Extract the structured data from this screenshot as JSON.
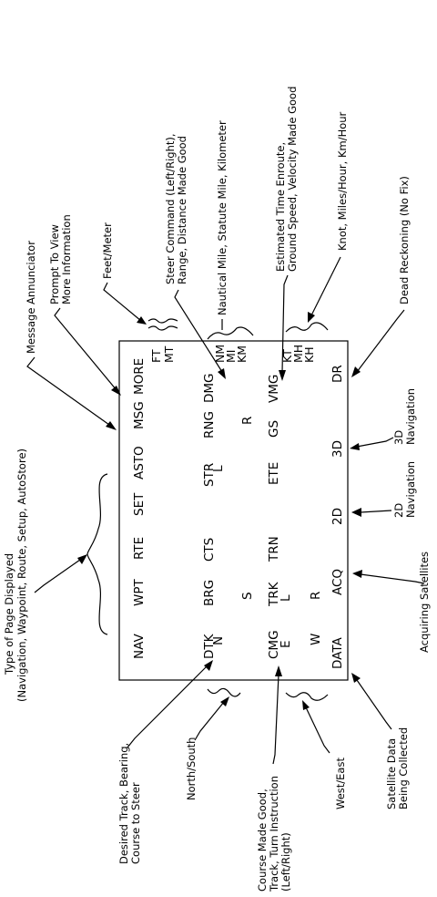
{
  "display": {
    "page_types": [
      "NAV",
      "WPT",
      "RTE",
      "SET",
      "ASTO",
      "MSG",
      "MORE"
    ],
    "row2": [
      "DTK",
      "BRG",
      "CTS",
      "STR",
      "RNG",
      "DMG"
    ],
    "row2_units": [
      "FT",
      "MT"
    ],
    "ns_indicators": [
      "N",
      "S"
    ],
    "steer_indicators": [
      "L",
      "R"
    ],
    "row3": [
      "CMG",
      "TRK",
      "TRN",
      "ETE",
      "GS",
      "VMG"
    ],
    "row3_units": [
      "NM",
      "MI",
      "KM"
    ],
    "ew_indicators": [
      "E",
      "W"
    ],
    "trn_indicators": [
      "L",
      "R"
    ],
    "speed_units": [
      "KT",
      "MH",
      "KH"
    ],
    "status": [
      "DATA",
      "ACQ",
      "2D",
      "3D",
      "DR"
    ]
  },
  "annotations": {
    "message_annunciator": "Message Annunciator",
    "prompt_line1": "Prompt To View",
    "prompt_line2": "More Information",
    "feet_meter": "Feet/Meter",
    "steer_line1": "Steer Command (Left/Right),",
    "steer_line2": "Range, Distance Made Good",
    "nautical": "Nautical Mile, Statute Mile, Kilometer",
    "ete_line1": "Estimated Time Enroute,",
    "ete_line2": "Ground Speed, Velocity Made Good",
    "knot": "Knot, Miles/Hour, Km/Hour",
    "dead_reckoning": "Dead Reckoning (No Fix)",
    "nav3d_line1": "3D",
    "nav3d_line2": "Navigation",
    "nav2d_line1": "2D",
    "nav2d_line2": "Navigation",
    "acquiring": "Acquiring Satellites",
    "satdata_line1": "Satellite Data",
    "satdata_line2": "Being Collected",
    "west_east": "West/East",
    "cmg_line1": "Course Made Good,",
    "cmg_line2": "Track, Turn Instruction",
    "cmg_line3": "(Left/Right)",
    "north_south": "North/South",
    "dtk_line1": "Desired Track, Bearing,",
    "dtk_line2": "Course to Steer",
    "type_line1": "Type of Page Displayed",
    "type_line2": "(Navigation, Waypoint, Route, Setup, AutoStore)"
  }
}
